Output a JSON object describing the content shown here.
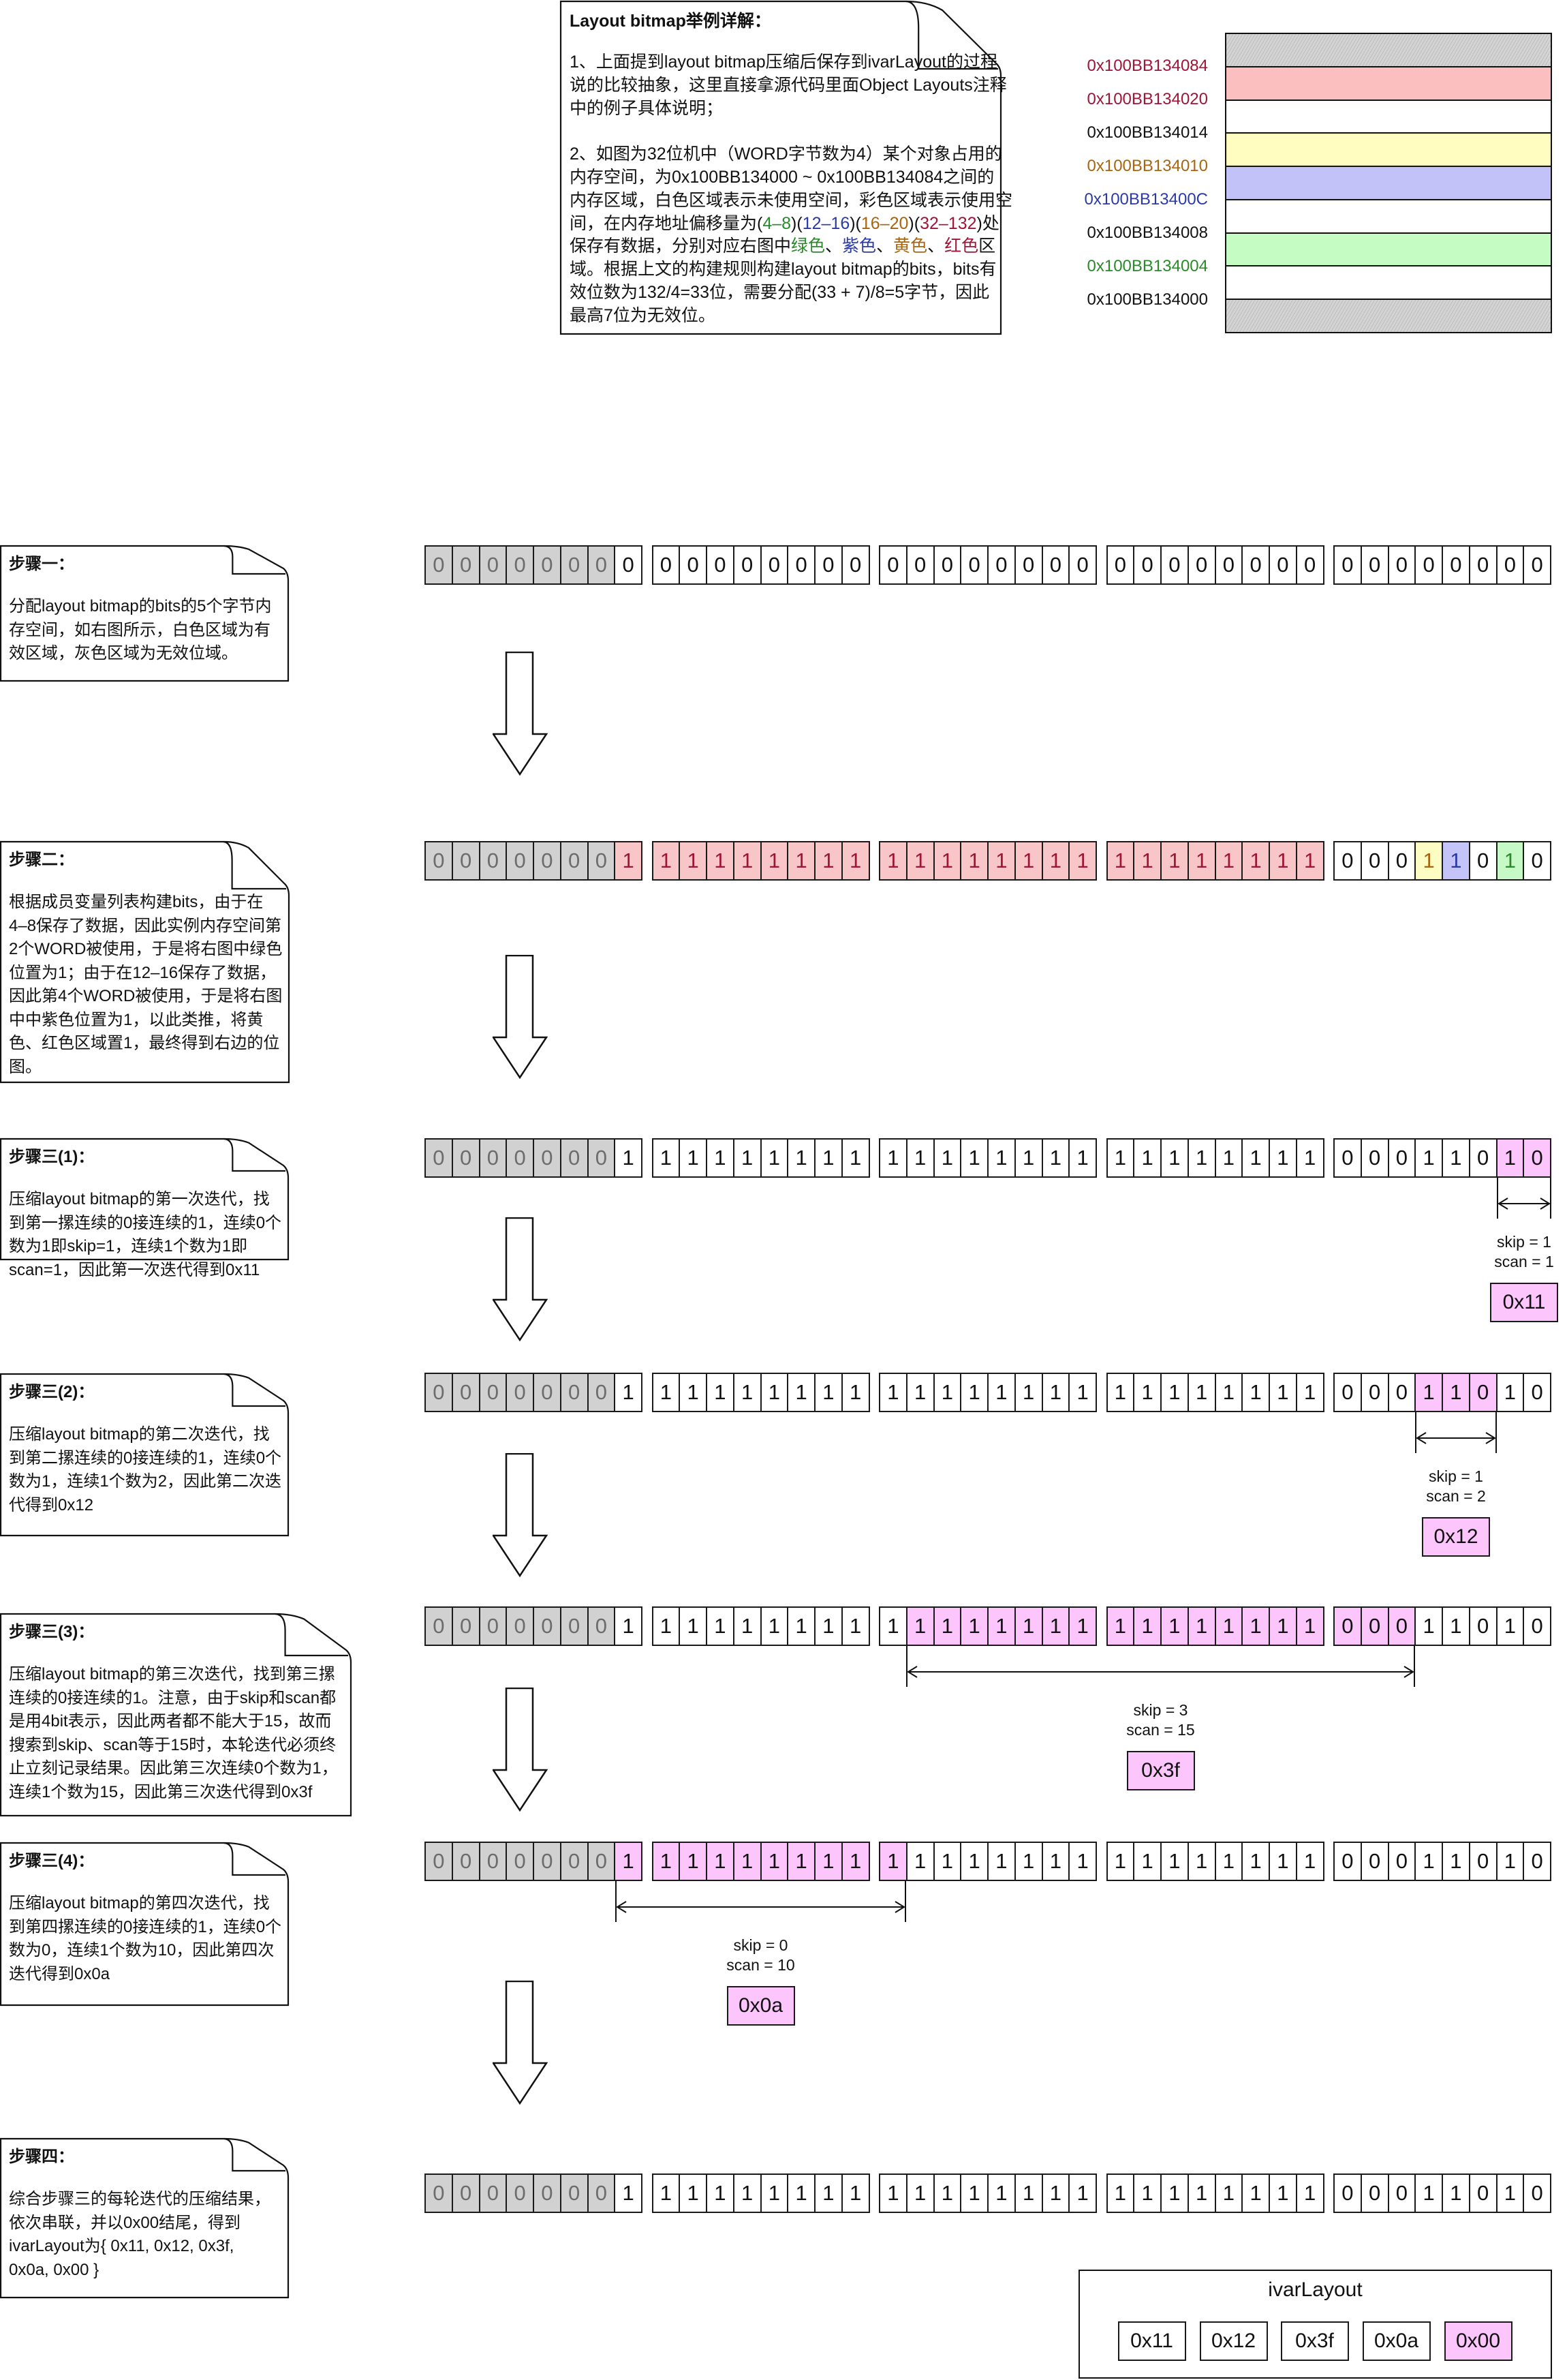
{
  "palette": {
    "green_text": "#2a8a2a",
    "purple_text": "#2b3aa8",
    "yellow_text": "#a8650f",
    "red_text": "#9e1538",
    "black_text": "#111111",
    "highlight_fill": "#fcc6fc"
  },
  "intro_note": {
    "title": "Layout bitmap举例详解：",
    "lines": [
      [
        {
          "text": "1、上面提到layout bitmap压缩后保存到ivarLayout的过程"
        }
      ],
      [
        {
          "text": "说的比较抽象，这里直接拿源代码里面Object Layouts注释"
        }
      ],
      [
        {
          "text": "中的例子具体说明；"
        }
      ],
      [
        {
          "text": ""
        }
      ],
      [
        {
          "text": "2、如图为32位机中（WORD字节数为4）某个对象占用的"
        }
      ],
      [
        {
          "text": "内存空间，为0x100BB134000 ~ 0x100BB134084之间的"
        }
      ],
      [
        {
          "text": "内存区域，白色区域表示未使用空间，彩色区域表示使用空"
        }
      ],
      [
        {
          "text": "间，在内存地址偏移量为("
        },
        {
          "text": "4–8",
          "color": "green_text"
        },
        {
          "text": ")("
        },
        {
          "text": "12–16",
          "color": "purple_text"
        },
        {
          "text": ")("
        },
        {
          "text": "16–20",
          "color": "yellow_text"
        },
        {
          "text": ")("
        },
        {
          "text": "32–132",
          "color": "red_text"
        },
        {
          "text": ")处"
        }
      ],
      [
        {
          "text": "保存有数据，分别对应右图中"
        },
        {
          "text": "绿色",
          "color": "green_text"
        },
        {
          "text": "、"
        },
        {
          "text": "紫色",
          "color": "purple_text"
        },
        {
          "text": "、"
        },
        {
          "text": "黄色",
          "color": "yellow_text"
        },
        {
          "text": "、"
        },
        {
          "text": "红色",
          "color": "red_text"
        },
        {
          "text": "区"
        }
      ],
      [
        {
          "text": "域。根据上文的构建规则构建layout bitmap的bits，bits有"
        }
      ],
      [
        {
          "text": "效位数为132/4=33位，需要分配(33 + 7)/8=5字节，因此"
        }
      ],
      [
        {
          "text": "最高7位为无效位。"
        }
      ]
    ]
  },
  "memory_diagram": {
    "bands": [
      "invalid",
      "red",
      "unused",
      "yellow",
      "purple",
      "unused",
      "green",
      "unused",
      "invalid"
    ],
    "labels": [
      {
        "text": "0x100BB134084",
        "color": "red_text"
      },
      {
        "text": "0x100BB134020",
        "color": "red_text"
      },
      {
        "text": "0x100BB134014",
        "color": "black_text"
      },
      {
        "text": "0x100BB134010",
        "color": "yellow_text"
      },
      {
        "text": "0x100BB13400C",
        "color": "purple_text"
      },
      {
        "text": "0x100BB134008",
        "color": "black_text"
      },
      {
        "text": "0x100BB134004",
        "color": "green_text"
      },
      {
        "text": "0x100BB134000",
        "color": "black_text"
      }
    ]
  },
  "cell_style_legend": {
    "x": "invalid-gray",
    "w": "white",
    "r": "red",
    "y": "yellow",
    "b": "purple",
    "g": "green",
    "m": "highlight-pink"
  },
  "steps": [
    {
      "title": "步骤一：",
      "lines": [
        "分配layout bitmap的bits的5个字节内",
        "存空间，如右图所示，白色区域为有",
        "效区域，灰色区域为无效位域。"
      ],
      "bits": [
        "00000000",
        "00000000",
        "00000000",
        "00000000",
        "00000000"
      ],
      "styles": [
        "xxxxxxxw",
        "wwwwwwww",
        "wwwwwwww",
        "wwwwwwww",
        "wwwwwwww"
      ],
      "annotation": null
    },
    {
      "title": "步骤二：",
      "lines": [
        "根据成员变量列表构建bits，由于在",
        "4–8保存了数据，因此实例内存空间第",
        "2个WORD被使用，于是将右图中绿色",
        "位置为1；由于在12–16保存了数据，",
        "因此第4个WORD被使用，于是将右图",
        "中中紫色位置为1，以此类推，将黄",
        "色、红色区域置1，最终得到右边的位",
        "图。"
      ],
      "bits": [
        "00000001",
        "11111111",
        "11111111",
        "11111111",
        "00011010"
      ],
      "styles": [
        "xxxxxxxr",
        "rrrrrrrr",
        "rrrrrrrr",
        "rrrrrrrr",
        "wwwybwgw"
      ],
      "annotation": null
    },
    {
      "title": "步骤三(1)：",
      "lines": [
        "压缩layout bitmap的第一次迭代，找",
        "到第一摞连续的0接连续的1，连续0个",
        "数为1即skip=1，连续1个数为1即",
        "scan=1，因此第一次迭代得到0x11"
      ],
      "bits": [
        "00000001",
        "11111111",
        "11111111",
        "11111111",
        "00011010"
      ],
      "styles": [
        "xxxxxxxw",
        "wwwwwwww",
        "wwwwwwww",
        "wwwwwwww",
        "wwwwwwmm"
      ],
      "annotation": {
        "span_start": 38,
        "span_end": 40,
        "skip": "skip = 1",
        "scan": "scan = 1",
        "result": "0x11"
      }
    },
    {
      "title": "步骤三(2)：",
      "lines": [
        "压缩layout bitmap的第二次迭代，找",
        "到第二摞连续的0接连续的1，连续0个",
        "数为1，连续1个数为2，因此第二次迭",
        "代得到0x12"
      ],
      "bits": [
        "00000001",
        "11111111",
        "11111111",
        "11111111",
        "00011010"
      ],
      "styles": [
        "xxxxxxxw",
        "wwwwwwww",
        "wwwwwwww",
        "wwwwwwww",
        "wwwmmmww"
      ],
      "annotation": {
        "span_start": 35,
        "span_end": 38,
        "skip": "skip = 1",
        "scan": "scan = 2",
        "result": "0x12"
      }
    },
    {
      "title": "步骤三(3)：",
      "lines": [
        "压缩layout bitmap的第三次迭代，找到第三摞",
        "连续的0接连续的1。注意，由于skip和scan都",
        "是用4bit表示，因此两者都不能大于15，故而",
        "搜索到skip、scan等于15时，本轮迭代必须终",
        "止立刻记录结果。因此第三次连续0个数为1，",
        "连续1个数为15，因此第三次迭代得到0x3f"
      ],
      "bits": [
        "00000001",
        "11111111",
        "11111111",
        "11111111",
        "00011010"
      ],
      "styles": [
        "xxxxxxxw",
        "wwwwwwww",
        "wmmmmmmm",
        "mmmmmmmm",
        "mmmwwwww"
      ],
      "annotation": {
        "span_start": 17,
        "span_end": 35,
        "skip": "skip = 3",
        "scan": "scan = 15",
        "result": "0x3f"
      }
    },
    {
      "title": "步骤三(4)：",
      "lines": [
        "压缩layout bitmap的第四次迭代，找",
        "到第四摞连续的0接连续的1，连续0个",
        "数为0，连续1个数为10，因此第四次",
        "迭代得到0x0a"
      ],
      "bits": [
        "00000001",
        "11111111",
        "11111111",
        "11111111",
        "00011010"
      ],
      "styles": [
        "xxxxxxxm",
        "mmmmmmmm",
        "mwwwwwww",
        "wwwwwwww",
        "wwwwwwww"
      ],
      "annotation": {
        "span_start": 7,
        "span_end": 17,
        "skip": "skip = 0",
        "scan": "scan = 10",
        "result": "0x0a"
      }
    },
    {
      "title": "步骤四：",
      "lines": [
        "综合步骤三的每轮迭代的压缩结果，",
        "依次串联，并以0x00结尾，得到",
        "ivarLayout为{ 0x11, 0x12, 0x3f,",
        "0x0a, 0x00 }"
      ],
      "bits": [
        "00000001",
        "11111111",
        "11111111",
        "11111111",
        "00011010"
      ],
      "styles": [
        "xxxxxxxw",
        "wwwwwwww",
        "wwwwwwww",
        "wwwwwwww",
        "wwwwwwww"
      ],
      "annotation": null
    }
  ],
  "ivar_layout": {
    "title": "ivarLayout",
    "values": [
      "0x11",
      "0x12",
      "0x3f",
      "0x0a",
      "0x00"
    ],
    "highlight_index": 4
  }
}
